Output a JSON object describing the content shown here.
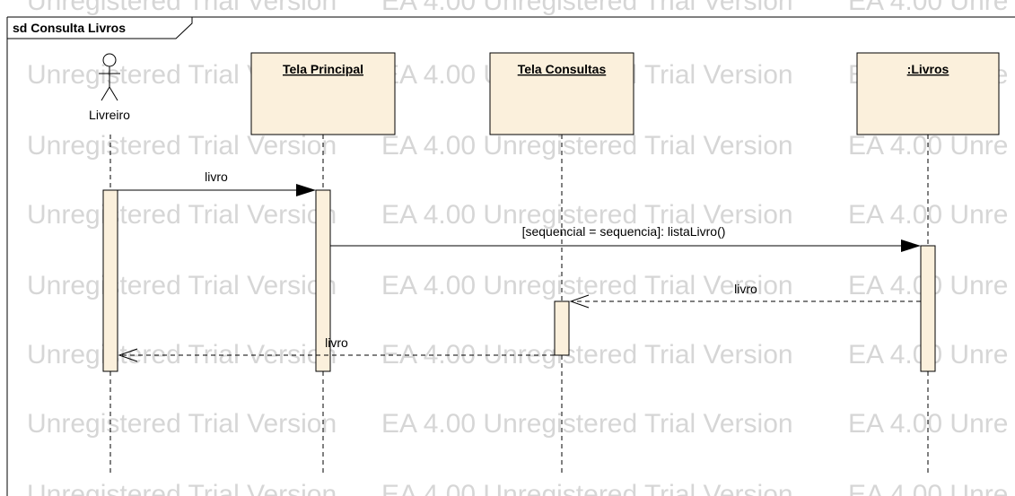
{
  "frame": {
    "title": "sd Consulta Livros"
  },
  "watermark": {
    "segments": [
      "Unregistered Trial Version",
      "EA 4.00 Unregistered Trial Version",
      "EA 4.00 Unre"
    ],
    "top_segments": [
      "Unregistered Trial Version",
      "EA 4.00 Unregistered Trial Version",
      "EA 4.00 Unre"
    ]
  },
  "actor": {
    "name": "Livreiro"
  },
  "lifelines": [
    {
      "name": "Tela Principal"
    },
    {
      "name": "Tela Consultas"
    },
    {
      "name": ":Livros"
    }
  ],
  "messages": [
    {
      "label": "livro",
      "kind": "synchronous"
    },
    {
      "label": "[sequencial = sequencia]: listaLivro()",
      "kind": "synchronous"
    },
    {
      "label": "livro",
      "kind": "return"
    },
    {
      "label": "livro",
      "kind": "return"
    }
  ],
  "colors": {
    "box_fill": "#fbf0dc",
    "watermark": "#d6d6d6",
    "line": "#000000"
  }
}
